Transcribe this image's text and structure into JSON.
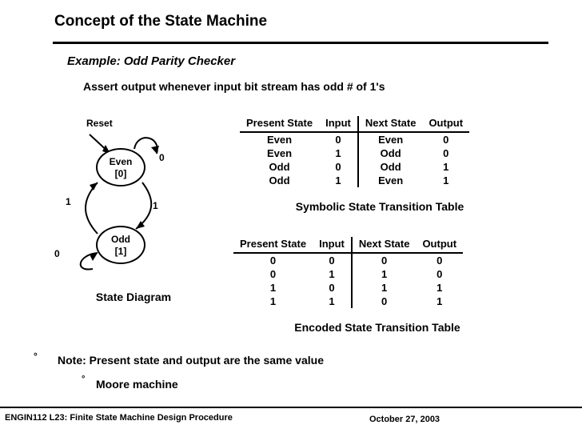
{
  "slide": {
    "title": "Concept of the State Machine",
    "subtitle": "Example: Odd Parity Checker",
    "assert_line": "Assert output whenever input bit stream has odd # of 1's"
  },
  "diagram": {
    "reset_label": "Reset",
    "caption": "State Diagram",
    "states": [
      {
        "name": "Even",
        "output": "[0]"
      },
      {
        "name": "Odd",
        "output": "[1]"
      }
    ],
    "edge_labels": {
      "even_self": "0",
      "even_to_odd": "1",
      "odd_to_even": "1",
      "odd_self": "0"
    }
  },
  "symbolic_table": {
    "caption": "Symbolic State Transition Table",
    "headers": [
      "Present State",
      "Input",
      "Next State",
      "Output"
    ],
    "rows": [
      [
        "Even",
        "0",
        "Even",
        "0"
      ],
      [
        "Even",
        "1",
        "Odd",
        "0"
      ],
      [
        "Odd",
        "0",
        "Odd",
        "1"
      ],
      [
        "Odd",
        "1",
        "Even",
        "1"
      ]
    ]
  },
  "encoded_table": {
    "caption": "Encoded State Transition Table",
    "headers": [
      "Present State",
      "Input",
      "Next  State",
      "Output"
    ],
    "rows": [
      [
        "0",
        "0",
        "0",
        "0"
      ],
      [
        "0",
        "1",
        "1",
        "0"
      ],
      [
        "1",
        "0",
        "1",
        "1"
      ],
      [
        "1",
        "1",
        "0",
        "1"
      ]
    ]
  },
  "notes": {
    "bullet_glyph": "°",
    "note_1": "Note: Present state and output are the same value",
    "note_2": "Moore machine"
  },
  "footer": {
    "left": "ENGIN112  L23: Finite State Machine Design Procedure",
    "right": "October 27, 2003"
  }
}
